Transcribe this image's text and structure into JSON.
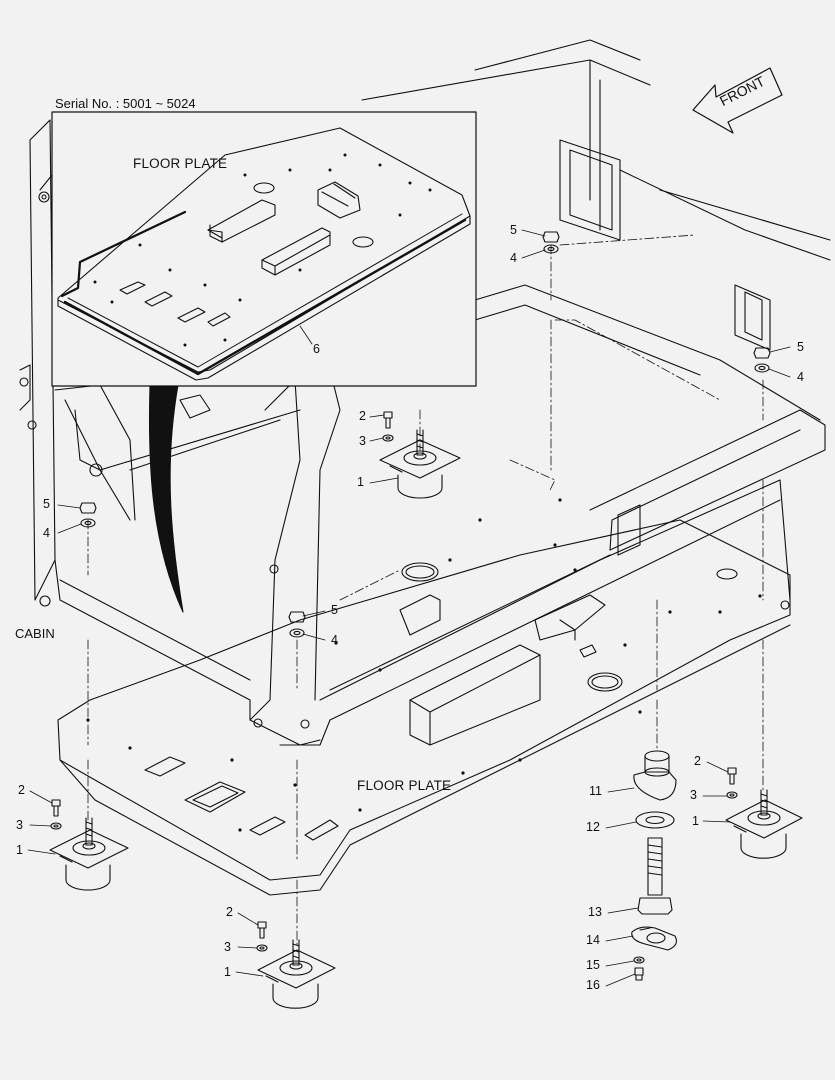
{
  "serial": "Serial No. : 5001 ~ 5024",
  "inset_title": "FLOOR PLATE",
  "main_floor_label": "FLOOR PLATE",
  "cabin_label": "CABIN",
  "front_label": "FRONT",
  "callouts": {
    "c1": "1",
    "c2": "2",
    "c3": "3",
    "c4": "4",
    "c5": "5",
    "c6": "6",
    "c11": "11",
    "c12": "12",
    "c13": "13",
    "c14": "14",
    "c15": "15",
    "c16": "16"
  }
}
